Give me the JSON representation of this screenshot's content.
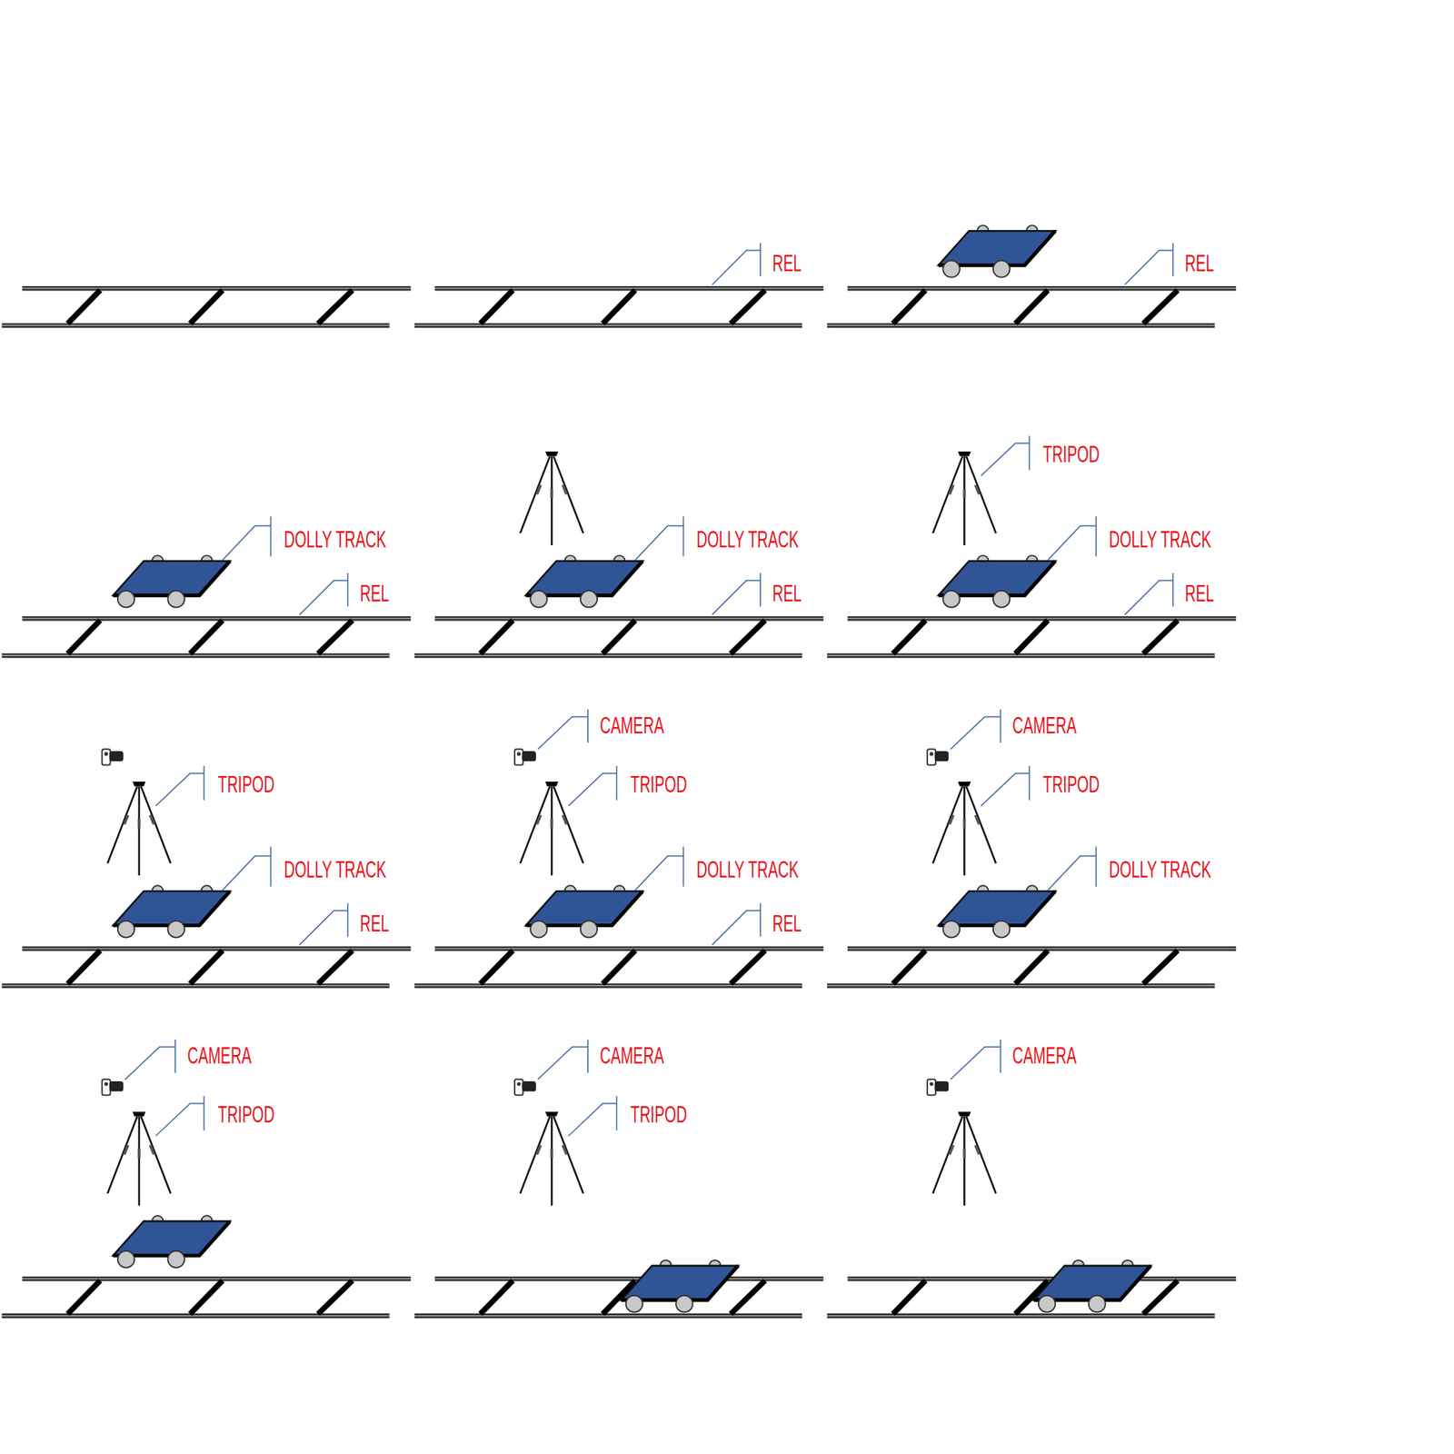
{
  "diagram": {
    "labels": [
      "REL",
      "REL",
      "DOLLY TRACK",
      "REL",
      "DOLLY TRACK",
      "REL",
      "TRIPOD",
      "DOLLY TRACK",
      "REL",
      "TRIPOD",
      "DOLLY TRACK",
      "REL",
      "CAMERA",
      "TRIPOD",
      "DOLLY TRACK",
      "REL",
      "CAMERA",
      "TRIPOD",
      "DOLLY TRACK",
      "CAMERA",
      "TRIPOD",
      "CAMERA",
      "TRIPOD",
      "CAMERA"
    ]
  }
}
